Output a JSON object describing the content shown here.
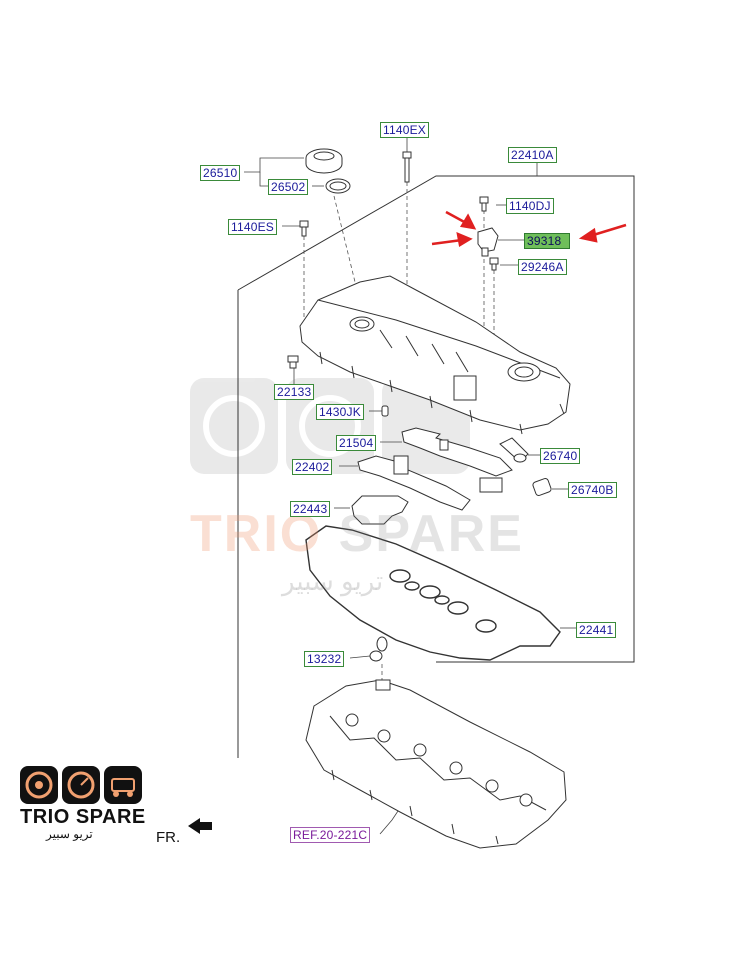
{
  "callouts": {
    "c1140ex": "1140EX",
    "c22410a": "22410A",
    "c26510": "26510",
    "c26502": "26502",
    "c1140dj": "1140DJ",
    "c1140es": "1140ES",
    "c39318": "39318",
    "c29246a": "29246A",
    "c22133": "22133",
    "c1430jk": "1430JK",
    "c21504": "21504",
    "c26740": "26740",
    "c22402": "22402",
    "c26740b": "26740B",
    "c22443": "22443",
    "c22441": "22441",
    "c13232": "13232",
    "ref": "REF.20-221C"
  },
  "fr_label": "FR.",
  "logo": {
    "brand": "TRIO SPARE",
    "arabic": "تريو سبير"
  },
  "watermark": {
    "brand_part1": "TRIO",
    "brand_part2": "SPARE",
    "arabic": "تريو سبير"
  },
  "colors": {
    "highlight": "#6fbf5a",
    "label_text": "#1a1a9a",
    "label_border": "#3a8a3a",
    "arrow": "#e02020",
    "ref_text": "#7a1a9a"
  },
  "icons": [
    "engine-rocker-cover-assembly",
    "oil-filler-cap",
    "camshaft-position-sensor",
    "spark-plug-tube-seal",
    "cylinder-head",
    "front-direction-arrow"
  ]
}
